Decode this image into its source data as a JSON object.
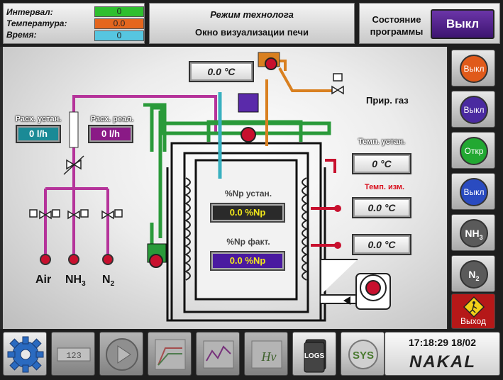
{
  "header": {
    "interval_label": "Интервал:",
    "temperature_label": "Температура:",
    "time_label": "Время:",
    "interval_value": "0",
    "temperature_value": "0.0",
    "time_value": "0",
    "mode_title": "Режим технолога",
    "window_title": "Окно визуализации печи",
    "program_state_label": "Состояние программы",
    "program_state_button": "Выкл"
  },
  "furnace": {
    "top_temp": "0.0 °C",
    "natural_gas_label": "Прир. газ",
    "flow_set_label": "Расх. устан.",
    "flow_set_value": "0 l/h",
    "flow_real_label": "Расх. реал.",
    "flow_real_value": "0 l/h",
    "np_set_label": "%Np устан.",
    "np_set_value": "0.0 %Np",
    "np_actual_label": "%Np факт.",
    "np_actual_value": "0.0 %Np",
    "temp_set_label": "Темп. устан.",
    "temp_set_value": "0 °C",
    "temp_meas_label": "Темп. изм.",
    "temp_meas_1": "0.0 °C",
    "temp_meas_2": "0.0 °C",
    "gases": {
      "air": "Air",
      "nh3": "NH",
      "nh3_sub": "3",
      "n2": "N",
      "n2_sub": "2"
    }
  },
  "side_buttons": [
    {
      "label": "Выкл",
      "color": "#e05a1a"
    },
    {
      "label": "Выкл",
      "color": "#4a2aa0"
    },
    {
      "label": "Откр",
      "color": "#22a832"
    },
    {
      "label": "Выкл",
      "color": "#2a4bc0"
    },
    {
      "label": "NH",
      "sub": "3",
      "color": "#5a5a5a"
    },
    {
      "label": "N",
      "sub": "2",
      "color": "#5a5a5a"
    }
  ],
  "exit_label": "Выход",
  "toolbar": {
    "counter_text": "123",
    "sys_text": "SYS",
    "hv_text": "Hv",
    "logs_text": "LOGS",
    "clock": "17:18:29 18/02",
    "brand": "NAKAL"
  },
  "colors": {
    "interval_bg": "#2fbf2f",
    "temperature_bg": "#e4661e",
    "time_bg": "#56c6e0",
    "pipe_magenta": "#b5339a",
    "pipe_green": "#2a9a3a",
    "pipe_orange": "#d98020",
    "pipe_teal": "#38b0c0",
    "flow_set_bg": "#1a8a96",
    "flow_real_bg": "#8a1a86",
    "np_set_bg": "#2a2a2a",
    "np_actual_bg": "#4a1aa0",
    "np_value_text": "#f2e81a"
  }
}
